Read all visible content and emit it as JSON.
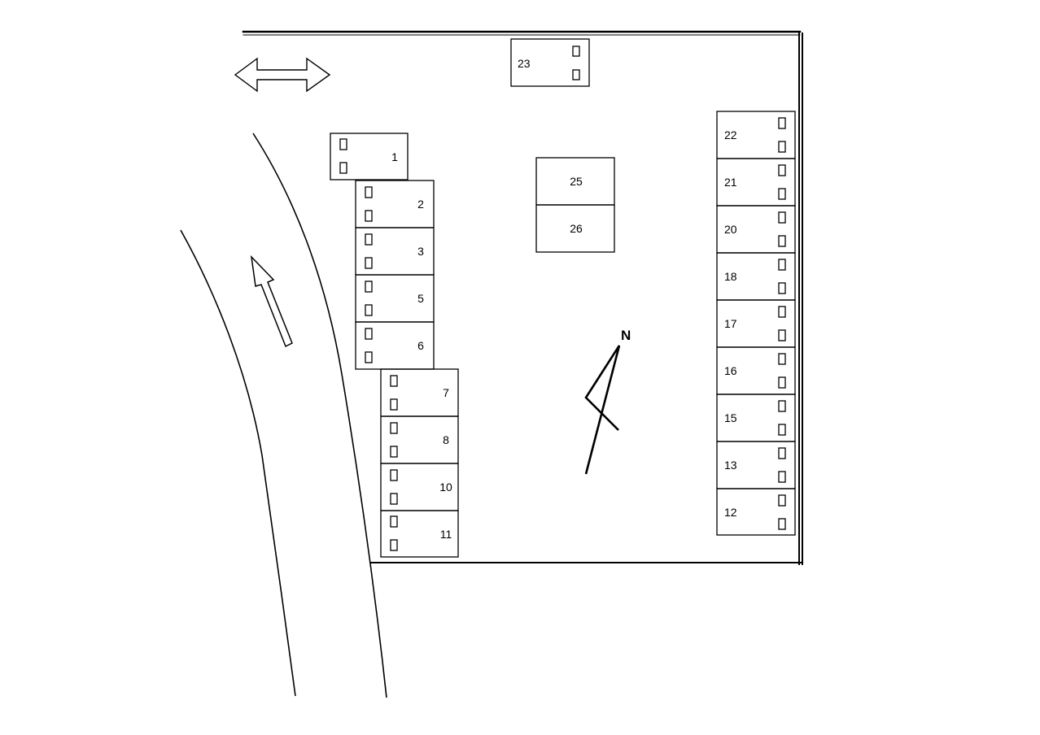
{
  "colors": {
    "ink": "#000000",
    "paper": "#ffffff"
  },
  "compass": {
    "label": "N"
  },
  "slots": {
    "s1": "1",
    "s2": "2",
    "s3": "3",
    "s5": "5",
    "s6": "6",
    "s7": "7",
    "s8": "8",
    "s10": "10",
    "s11": "11",
    "s12": "12",
    "s13": "13",
    "s15": "15",
    "s16": "16",
    "s17": "17",
    "s18": "18",
    "s20": "20",
    "s21": "21",
    "s22": "22",
    "s23": "23",
    "s25": "25",
    "s26": "26"
  }
}
